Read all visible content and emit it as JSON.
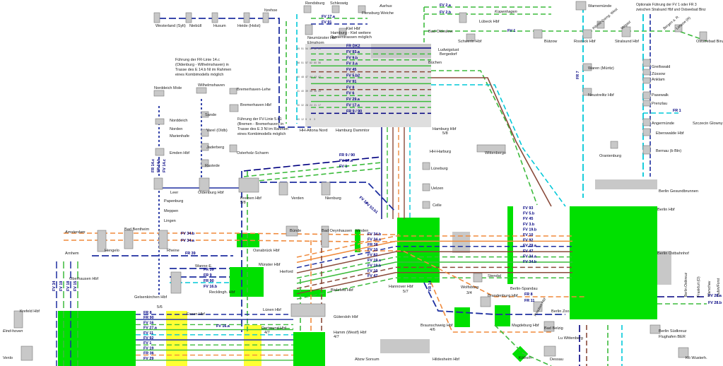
{
  "colors": {
    "fv_green": "#3dbb3d",
    "fv_cyan": "#00c8d8",
    "fr_blue": "#1e2fa0",
    "fr_darkblue": "#000080",
    "regional_orange": "#f08a3c",
    "brown": "#8a4a3a",
    "node_green": "#00e000",
    "node_yellow": "#ffff33",
    "station_grey": "#c8c8c8"
  },
  "notes": {
    "fr14c": [
      "Führung der FR-Linie 14.c",
      "(Oldenburg - Wilhelmshaven) in",
      "Trasse des E 14.b Nl im Rahmen",
      "eines Kombimodells möglich"
    ],
    "fv51": [
      "Führung der FV-Linie 5.b1",
      "(Bremen - Bremerhaven) in",
      "Trasse des E 3 Nl im Rahmen",
      "eines Kombimodells möglich"
    ],
    "fv1": [
      "Optionale Führung der FV 1 oder FR 3",
      "zwischen Stralsund Hbf und Ostseebad Binz"
    ]
  },
  "stations": {
    "westerland": "Westerland (Sylt)",
    "niebuell": "Niebüll",
    "husum": "Husum",
    "heide": "Heide (Holst)",
    "itzehoe": "Itzehoe",
    "rendsburg": "Rendsburg",
    "schleswig": "Schleswig",
    "aarhus": "Aarhus",
    "flensburg": "Flensburg Weiche",
    "kiel": "Kiel Hbf",
    "neumuenster": "Neumünster Hbf",
    "hamburg_kiel": "Hamburg - Kiel weitere",
    "systemtrassen": "Systemtrassen möglich",
    "elmshorn": "Elmshorn",
    "kopenhagen": "Kopenhagen",
    "luebeck": "Lübeck Hbf",
    "bad_oldesloe": "Bad Oldeslow",
    "schwerin": "Schwerin Hbf",
    "buetzow": "Bützow",
    "rostock": "Rostock Hbf",
    "stralsund": "Stralsund Hbf",
    "ostseebad_binz": "Ostseebad Binz",
    "bergen": "Bergen a. R.",
    "lietzow": "Lietzow (R)",
    "warnemuende": "Warnemünde",
    "ribnitz": "Ribnitz-Damg. West",
    "velgast": "Velgast",
    "ludwigslust": "Ludwigslust",
    "bergedorf": "Bergedorf",
    "buechen": "Büchen",
    "greifswald": "Greifswald",
    "zuessow": "Züssow",
    "anklam": "Anklam",
    "pasewalk": "Pasewalk",
    "prenzlau": "Prenzlau",
    "angermuende": "Angermünde",
    "szczecin": "Szczecin Glowny",
    "eberswalde": "Eberswalde Hbf",
    "bernau": "Bernau (b Bln)",
    "oranienburg": "Oranienburg",
    "waren": "Waren (Müritz)",
    "neustrelitz": "Neustrelitz Hbf",
    "hh_altona": "HH-Altona Nord",
    "hamburg_dammtor": "Hamburg Dammtor",
    "hamburg_hbf": "Hamburg Hbf",
    "hh_harburg": "HH-Harburg",
    "wittenberge": "Wittenberge",
    "lueneburg": "Lüneburg",
    "uelzen": "Uelzen",
    "celle": "Celle",
    "norddeich_mole": "Norddeich Mole",
    "norddeich": "Norddeich",
    "norden": "Norden",
    "marienhafe": "Marienhafe",
    "emden": "Emden Hbf",
    "wilhelmshaven": "Wilhelmshaven",
    "sande": "Sande",
    "varel": "Varel (Oldb)",
    "jaderberg": "Jaderberg",
    "rastede": "Rastede",
    "bremerhaven_lehe": "Bremerhaven-Lehe",
    "bremerhaven_hbf": "Bremerhaven Hbf",
    "osterholz": "Osterholz-Scharm",
    "bremen": "Bremen Hbf",
    "verden": "Verden",
    "nienburg": "Nienburg",
    "leer": "Leer",
    "oldenburg": "Oldenburg Hbf",
    "papenburg": "Papenburg",
    "meppen": "Meppen",
    "lingen": "Lingen",
    "rheine": "Rheine",
    "amsterdam": "Amsterdam",
    "arnhem": "Arnhem",
    "hengelo": "Hengelo",
    "bad_bentheim": "Bad Bentheim",
    "osnabrueck": "Osnabrück Hbf",
    "buende": "Bünde",
    "bad_oeynhausen": "Bad Oeynhausen",
    "minden": "Minden",
    "hannover": "Hannover Hbf",
    "hannover_num": "5/7",
    "muenster": "Münster Hbf",
    "herford": "Herford",
    "bielefeld": "Bielefeld Hbf",
    "oberhausen": "Oberhausen Hbf",
    "wanne": "Wanne-E.",
    "recklinghausen": "Recklingh. Hbf",
    "gelsenkirchen": "Gelsenkirchen Hbf",
    "essen": "Essen Hbf",
    "krefeld": "Krefeld Hbf",
    "eindhoven": "Eind-hoven",
    "venlo": "Venlo",
    "dortmund": "Dortmund Hbf",
    "dortmund_num": "4/7",
    "luenen": "Lünen Hbf",
    "guetersloh": "Gütersloh Hbf",
    "hamm": "Hamm (Westf) Hbf",
    "hamm_num": "4/7",
    "abzw_sorsum": "Abzw Sorsum",
    "hildesheim": "Hildesheim Hbf",
    "braunschweig": "Braunschweig Hbf",
    "braunschweig_num": "4/6",
    "wolfsburg": "Wolfsburg",
    "wolfsburg_num": "3/4",
    "stendal": "Stendal",
    "berlin_spandau": "Berlin-Spandau",
    "brandenburg": "Brandenburg Hbf",
    "potsdam": "Potsdam Hbf",
    "magdeburg": "Magdeburg Hbf",
    "koethen": "Köthen",
    "dessau": "Dessau",
    "bad_belzig": "Bad Belzig",
    "berlin_zoo": "Berlin Zoo",
    "berlin_hbf": "Berlin Hbf",
    "berlin_gesund": "Berlin Gesundbrunnen",
    "berlin_ostbahnhof": "Berlin Ostbahnhof",
    "berlin_ostkreuz": "Berlin Ostkreuz",
    "frankfurt_o": "Frankfurt (O)",
    "berlin_suedkreuz": "Berlin Südkreuz",
    "flughafen": "Flughafen BER",
    "lu_wittenberg": "Lu Wittenberg",
    "ko_wusterh": "Kö Wusterh.",
    "guben": "Gubin/Forst",
    "warschau": "Warschau",
    "gelsen_56": "5/6"
  },
  "lines": {
    "hh_lines": [
      "FR DK2",
      "FV 93.a",
      "FV 9.b",
      "FV 3.a",
      "FV 45",
      "FV 5.b2",
      "FV 91",
      "FV 8",
      "FV 6",
      "FV 29.a",
      "FV 17.a",
      "FR 9 / 90"
    ],
    "hh_upper": [
      "FV 17.a",
      "FV 91"
    ],
    "fv2": [
      "FV 2.a",
      "FV 2.b"
    ],
    "fv1": "FV 1",
    "fr7": "FR 7",
    "fr1": "FR 1",
    "bremen_lines": [
      "FR 9 / 90",
      "FV 17.a",
      "FV 1"
    ],
    "diag_lines": [
      "FV 14",
      "FV 53.b1"
    ],
    "han_lines": [
      "FV 34.b",
      "FV 34.a",
      "FR 38",
      "FV 10",
      "FV 82",
      "FV 19.a",
      "FV 19.b",
      "FV 10",
      "FV 47"
    ],
    "oz_lines": [
      "FV 34.b",
      "FV 34.a"
    ],
    "fr39": "FR 39",
    "fv11": "FV 11",
    "berlin_lines": [
      "FV 93",
      "FV 5.b",
      "FV 45",
      "FV 3.b",
      "FV 19.b",
      "FV 10",
      "FV 92",
      "FV 29.a",
      "FV 47",
      "FV 34.a",
      "FV 34.b"
    ],
    "ruhr_lines": [
      "FR 39",
      "FR 9",
      "FR 90",
      "FV 16.b"
    ],
    "ruhr_big": [
      "FR 8",
      "FR 90",
      "FV 16",
      "FV 27.a",
      "FV 11",
      "FV 92",
      "FV 1",
      "FV 19",
      "FR 36",
      "FV 29"
    ],
    "dort_lines": [
      "FV 16.a"
    ],
    "fr14": [
      "FR 14"
    ],
    "fv8": [
      "FR 8",
      "FR 11"
    ],
    "fv28": [
      "FV 28.a",
      "FV 28.b"
    ],
    "fv_left": [
      "FV 34",
      "FV 19",
      "FV 18",
      "FV 15"
    ],
    "fr14c_col": [
      "FR 14.c",
      "FR 14.b",
      "FV 14.c"
    ],
    "bremen_num": "5/8",
    "hh_hbf_num": "5/8"
  },
  "track_numbers": [
    "55",
    "51",
    "54",
    "53",
    "52",
    "51",
    "58",
    "51",
    "57",
    "62",
    "60",
    "56",
    "50",
    "48",
    "47",
    "44",
    "43",
    "42",
    "41",
    "40",
    "39",
    "38",
    "36",
    "33",
    "30",
    "32",
    "28",
    "24",
    "21",
    "17",
    "15",
    "12",
    "9",
    "6",
    "3"
  ]
}
